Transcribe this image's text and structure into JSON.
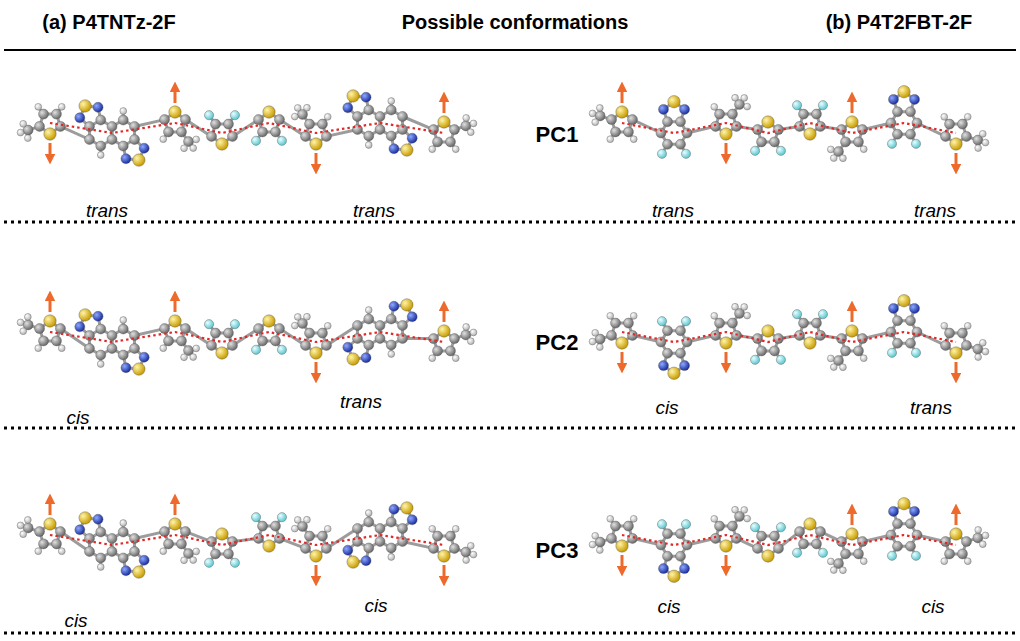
{
  "diagram": {
    "labels": [
      "(a) P4TNTz-2F",
      "Possible conformations",
      "(b) P4T2FBT-2F",
      "PC1",
      "trans",
      "trans",
      "trans",
      "trans",
      "PC2",
      "cis",
      "trans",
      "cis",
      "trans",
      "PC3",
      "cis",
      "cis",
      "cis",
      "cis"
    ]
  }
}
